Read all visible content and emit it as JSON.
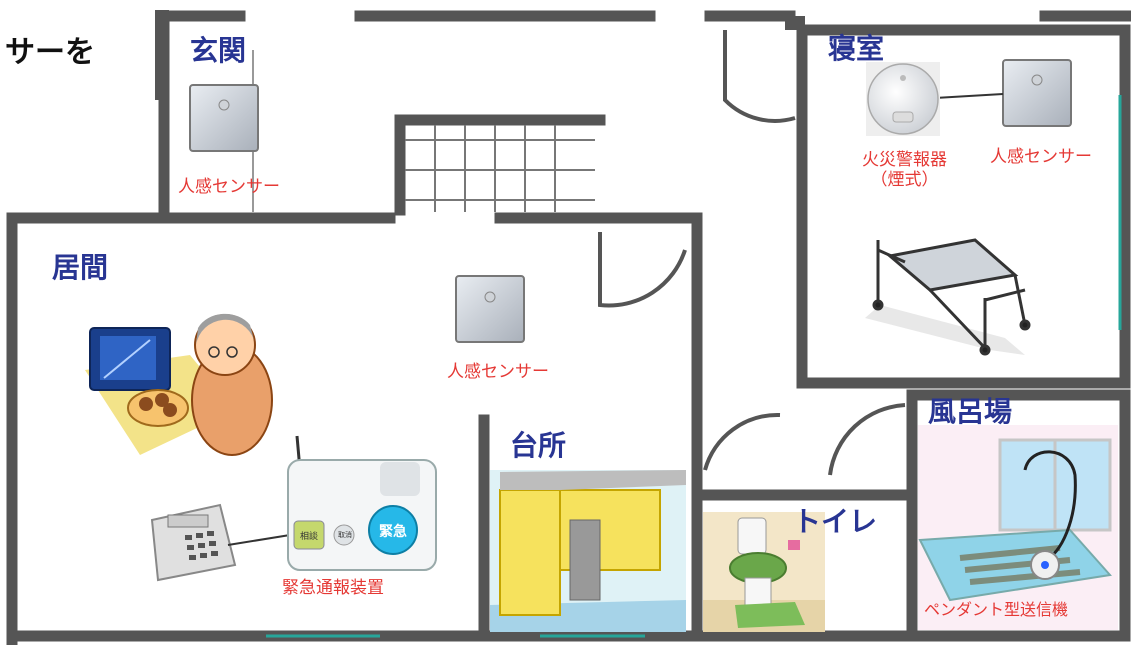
{
  "headline_fragment": "サーを",
  "rooms": {
    "genkan": "玄関",
    "shinshitsu": "寝室",
    "ima": "居間",
    "daidokoro": "台所",
    "toire": "トイレ",
    "furoba": "風呂場"
  },
  "devices": {
    "motion_sensor_genkan": "人感センサー",
    "motion_sensor_bedroom": "人感センサー",
    "motion_sensor_living": "人感センサー",
    "fire_alarm_line1": "火災警報器",
    "fire_alarm_line2": "（煙式）",
    "emergency_device": "緊急通報装置",
    "pendant_transmitter": "ペンダント型送信機"
  },
  "device_buttons": {
    "consult": "相談",
    "cancel": "取消",
    "emergency": "緊急"
  },
  "colors": {
    "wall": "#555555",
    "room_label": "#283593",
    "device_label": "#e53935",
    "window": "#26a69a"
  }
}
